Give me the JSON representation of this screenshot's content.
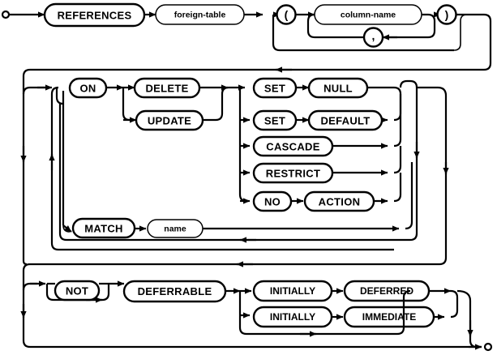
{
  "diagram": {
    "kind": "railroad-syntax-diagram",
    "title": "REFERENCES foreign-key clause",
    "start_marker": "start-circle",
    "end_marker": "end-circle",
    "stroke_color": "#000000",
    "background_color": "#ffffff",
    "rows": [
      {
        "id": "references-row",
        "nodes": [
          {
            "id": "references",
            "label": "REFERENCES",
            "type": "terminal"
          },
          {
            "id": "foreign-table",
            "label": "foreign-table",
            "type": "nonterminal"
          },
          {
            "id": "lparen",
            "label": "(",
            "type": "punctuation"
          },
          {
            "id": "column-name",
            "label": "column-name",
            "type": "nonterminal"
          },
          {
            "id": "comma",
            "label": ",",
            "type": "punctuation"
          },
          {
            "id": "rparen",
            "label": ")",
            "type": "punctuation"
          }
        ]
      },
      {
        "id": "on-action-row",
        "nodes": [
          {
            "id": "on",
            "label": "ON",
            "type": "terminal"
          },
          {
            "id": "delete",
            "label": "DELETE",
            "type": "terminal"
          },
          {
            "id": "update",
            "label": "UPDATE",
            "type": "terminal"
          },
          {
            "id": "set-null-set",
            "label": "SET",
            "type": "terminal"
          },
          {
            "id": "null",
            "label": "NULL",
            "type": "terminal"
          },
          {
            "id": "set-default-set",
            "label": "SET",
            "type": "terminal"
          },
          {
            "id": "default",
            "label": "DEFAULT",
            "type": "terminal"
          },
          {
            "id": "cascade",
            "label": "CASCADE",
            "type": "terminal"
          },
          {
            "id": "restrict",
            "label": "RESTRICT",
            "type": "terminal"
          },
          {
            "id": "no",
            "label": "NO",
            "type": "terminal"
          },
          {
            "id": "action",
            "label": "ACTION",
            "type": "terminal"
          },
          {
            "id": "match",
            "label": "MATCH",
            "type": "terminal"
          },
          {
            "id": "name",
            "label": "name",
            "type": "nonterminal"
          }
        ]
      },
      {
        "id": "deferrable-row",
        "nodes": [
          {
            "id": "not",
            "label": "NOT",
            "type": "terminal"
          },
          {
            "id": "deferrable",
            "label": "DEFERRABLE",
            "type": "terminal"
          },
          {
            "id": "initially-deferred-initially",
            "label": "INITIALLY",
            "type": "terminal"
          },
          {
            "id": "deferred",
            "label": "DEFERRED",
            "type": "terminal"
          },
          {
            "id": "initially-immediate-initially",
            "label": "INITIALLY",
            "type": "terminal"
          },
          {
            "id": "immediate",
            "label": "IMMEDIATE",
            "type": "terminal"
          }
        ]
      }
    ]
  },
  "labels": {
    "references": "REFERENCES",
    "foreign_table": "foreign-table",
    "lparen": "(",
    "column_name": "column-name",
    "comma": ",",
    "rparen": ")",
    "on": "ON",
    "delete": "DELETE",
    "update": "UPDATE",
    "set1": "SET",
    "null": "NULL",
    "set2": "SET",
    "default": "DEFAULT",
    "cascade": "CASCADE",
    "restrict": "RESTRICT",
    "no": "NO",
    "action": "ACTION",
    "match": "MATCH",
    "name": "name",
    "not": "NOT",
    "deferrable": "DEFERRABLE",
    "initially1": "INITIALLY",
    "deferred": "DEFERRED",
    "initially2": "INITIALLY",
    "immediate": "IMMEDIATE"
  }
}
